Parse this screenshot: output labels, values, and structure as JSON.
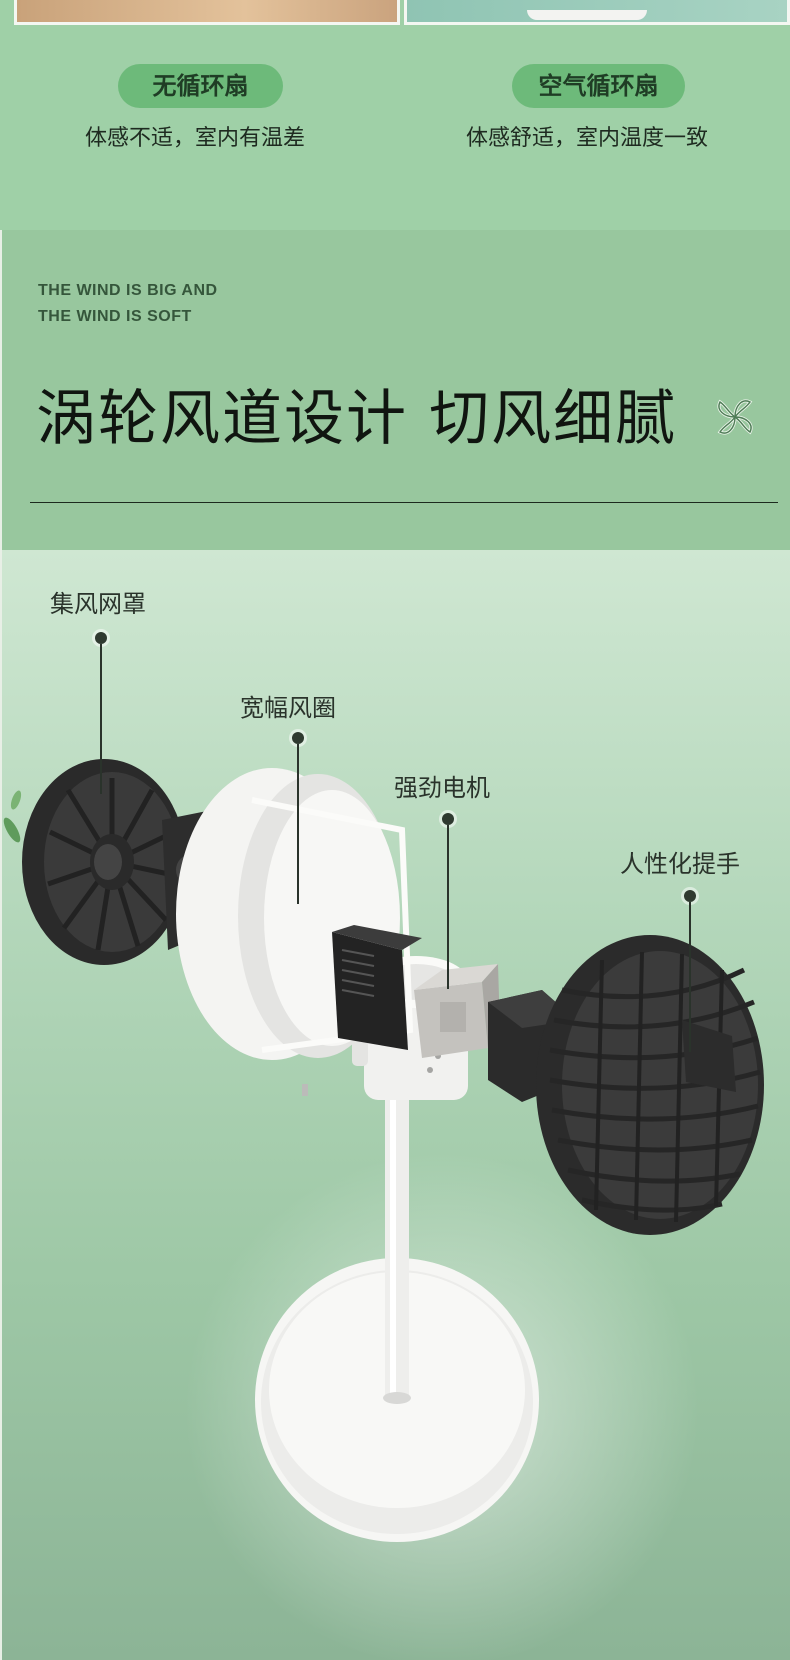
{
  "compare": {
    "left_label": "无循环扇",
    "left_caption": "体感不适，室内有温差",
    "right_label": "空气循环扇",
    "right_caption": "体感舒适，室内温度一致"
  },
  "title_section": {
    "english_line1": "THE WIND IS BIG AND",
    "english_line2": "THE WIND IS SOFT",
    "headline": "涡轮风道设计 切风细腻",
    "icon": "pinwheel-icon"
  },
  "parts": {
    "grille": "集风网罩",
    "ring": "宽幅风圈",
    "motor": "强劲电机",
    "handle": "人性化提手"
  },
  "colors": {
    "accent_green": "#6dba7a",
    "band_green": "#98c79e",
    "fan_black": "#2b2b2b",
    "fan_white": "#f2f2f0"
  }
}
